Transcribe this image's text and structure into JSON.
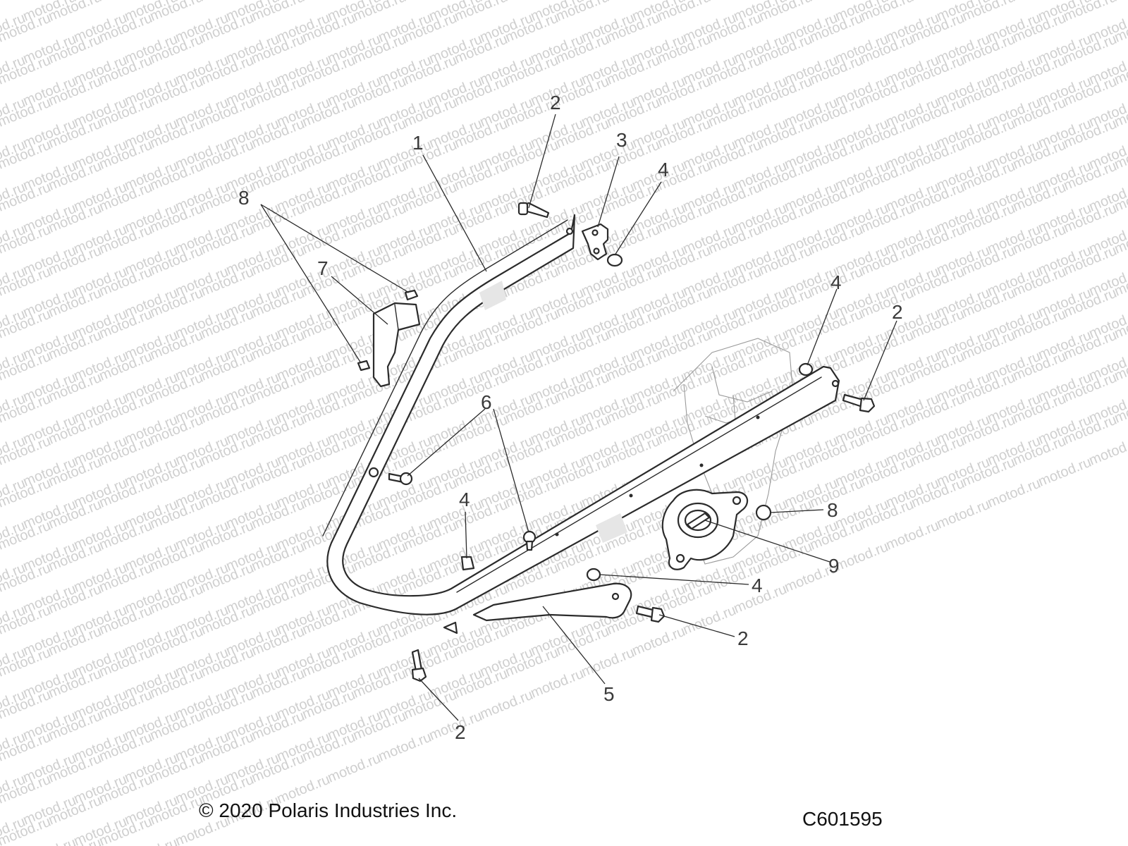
{
  "watermark": {
    "text": "motod.ru",
    "color": "#cfcfcf"
  },
  "footer": {
    "copyright": "© 2020 Polaris Industries Inc.",
    "drawing_id": "C601595"
  },
  "callouts": [
    {
      "id": "c1",
      "label": "1"
    },
    {
      "id": "c2a",
      "label": "2"
    },
    {
      "id": "c3",
      "label": "3"
    },
    {
      "id": "c4a",
      "label": "4"
    },
    {
      "id": "c8a",
      "label": "8"
    },
    {
      "id": "c7",
      "label": "7"
    },
    {
      "id": "c4b",
      "label": "4"
    },
    {
      "id": "c2b",
      "label": "2"
    },
    {
      "id": "c6",
      "label": "6"
    },
    {
      "id": "c4c",
      "label": "4"
    },
    {
      "id": "c8b",
      "label": "8"
    },
    {
      "id": "c9",
      "label": "9"
    },
    {
      "id": "c4d",
      "label": "4"
    },
    {
      "id": "c2c",
      "label": "2"
    },
    {
      "id": "c5",
      "label": "5"
    },
    {
      "id": "c2d",
      "label": "2"
    }
  ]
}
